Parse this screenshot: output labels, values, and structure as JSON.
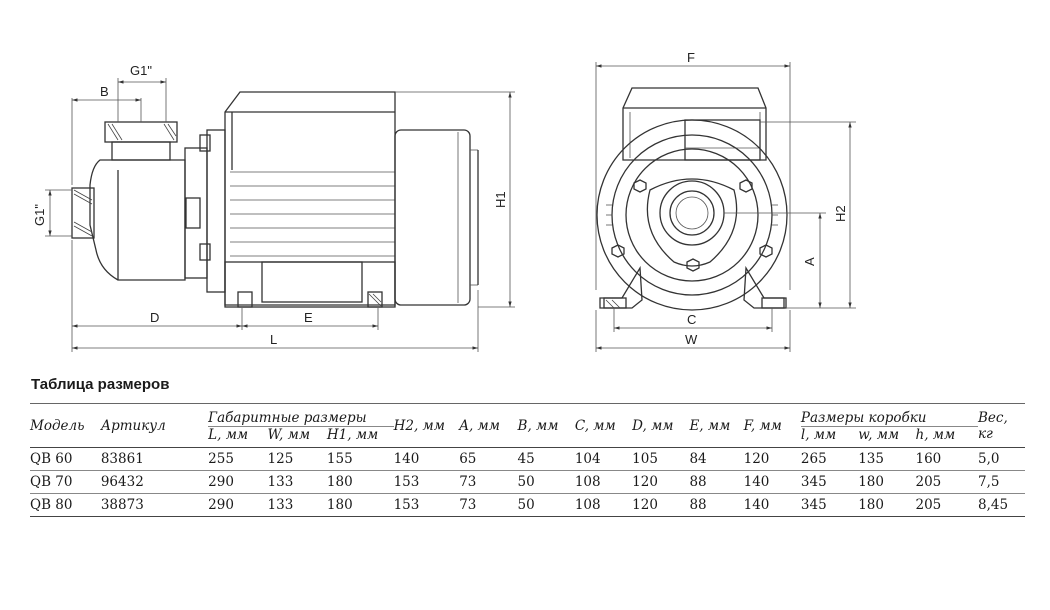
{
  "drawing": {
    "labels": {
      "g1_top": "G1\"",
      "b": "B",
      "g1_side": "G1\"",
      "d": "D",
      "e": "E",
      "l": "L",
      "h1": "H1",
      "f": "F",
      "h2": "H2",
      "a": "A",
      "c": "C",
      "w": "W"
    }
  },
  "table": {
    "title": "Таблица размеров",
    "headers": {
      "model": "Модель",
      "article": "Артикул",
      "overall_group": "Габаритные размеры",
      "l": "L, мм",
      "w": "W, мм",
      "h1": "H1, мм",
      "h2": "H2, мм",
      "a": "A, мм",
      "b": "B, мм",
      "c": "C, мм",
      "d": "D, мм",
      "e": "E, мм",
      "f": "F, мм",
      "box_group": "Размеры коробки",
      "bl": "l, мм",
      "bw": "w, мм",
      "bh": "h, мм",
      "weight": "Вес, кг"
    },
    "rows": [
      {
        "model": "QB 60",
        "article": "83861",
        "l": "255",
        "w": "125",
        "h1": "155",
        "h2": "140",
        "a": "65",
        "b": "45",
        "c": "104",
        "d": "105",
        "e": "84",
        "f": "120",
        "bl": "265",
        "bw": "135",
        "bh": "160",
        "weight": "5,0"
      },
      {
        "model": "QB 70",
        "article": "96432",
        "l": "290",
        "w": "133",
        "h1": "180",
        "h2": "153",
        "a": "73",
        "b": "50",
        "c": "108",
        "d": "120",
        "e": "88",
        "f": "140",
        "bl": "345",
        "bw": "180",
        "bh": "205",
        "weight": "7,5"
      },
      {
        "model": "QB 80",
        "article": "38873",
        "l": "290",
        "w": "133",
        "h1": "180",
        "h2": "153",
        "a": "73",
        "b": "50",
        "c": "108",
        "d": "120",
        "e": "88",
        "f": "140",
        "bl": "345",
        "bw": "180",
        "bh": "205",
        "weight": "8,45"
      }
    ]
  }
}
